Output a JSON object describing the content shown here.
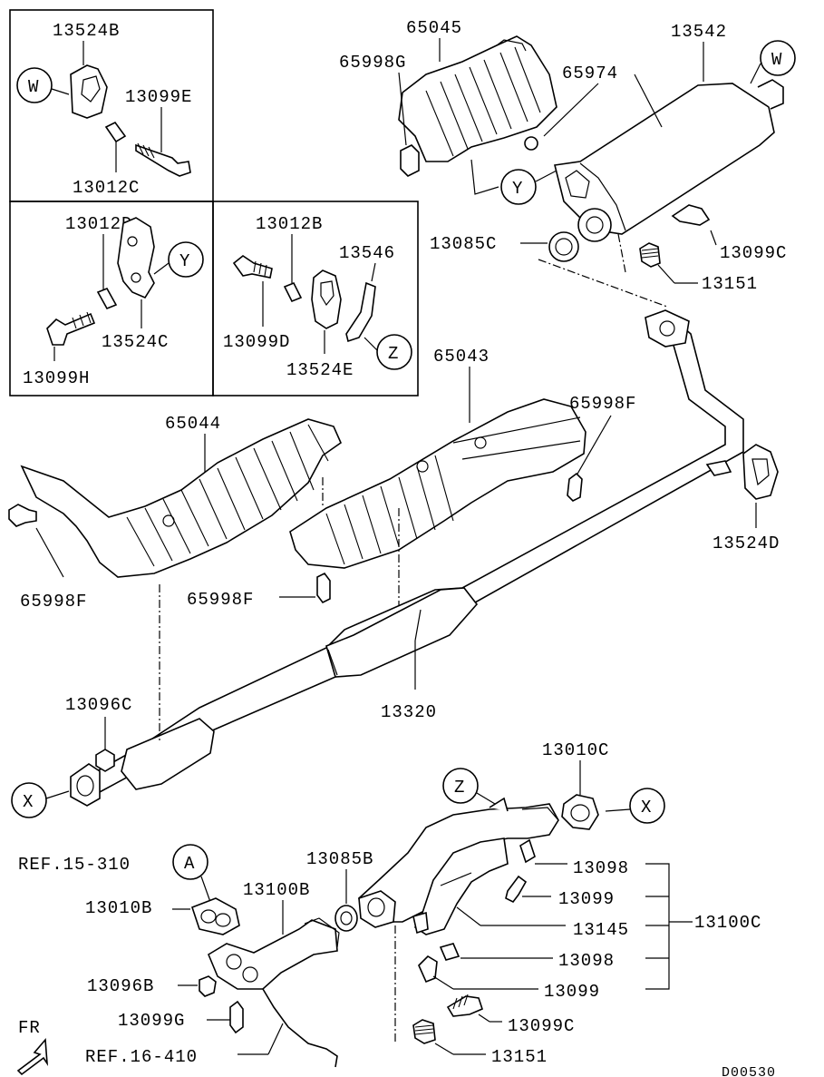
{
  "diagram_id": "D00530",
  "callouts": {
    "W": "W",
    "Y": "Y",
    "Z": "Z",
    "X": "X",
    "A": "A"
  },
  "box1": {
    "l1": "13524B",
    "l2": "13099E",
    "l3": "13012C"
  },
  "box2": {
    "l1": "13012D",
    "l2": "13524C",
    "l3": "13099H"
  },
  "box3": {
    "l1": "13012B",
    "l2": "13546",
    "l3": "13099D",
    "l4": "13524E"
  },
  "top": {
    "l1": "65045",
    "l2": "65998G",
    "l3": "65974",
    "l4": "13542",
    "l5": "13085C",
    "l6": "13099C",
    "l7": "13151"
  },
  "mid": {
    "l1": "65044",
    "l2": "65043",
    "l3": "65998F",
    "l4": "65998F",
    "l5": "65998F",
    "l6": "13524D",
    "l7": "13096C",
    "l8": "13320"
  },
  "bottom": {
    "l1": "13010C",
    "l2": "REF.15-310",
    "l3": "13085B",
    "l4": "13100B",
    "l5": "13010B",
    "l6": "13098",
    "l7": "13099",
    "l8": "13145",
    "l9": "13100C",
    "l10": "13098",
    "l11": "13099",
    "l12": "13096B",
    "l13": "13099G",
    "l14": "13099C",
    "l15": "REF.16-410",
    "l16": "13151",
    "fr": "FR"
  }
}
